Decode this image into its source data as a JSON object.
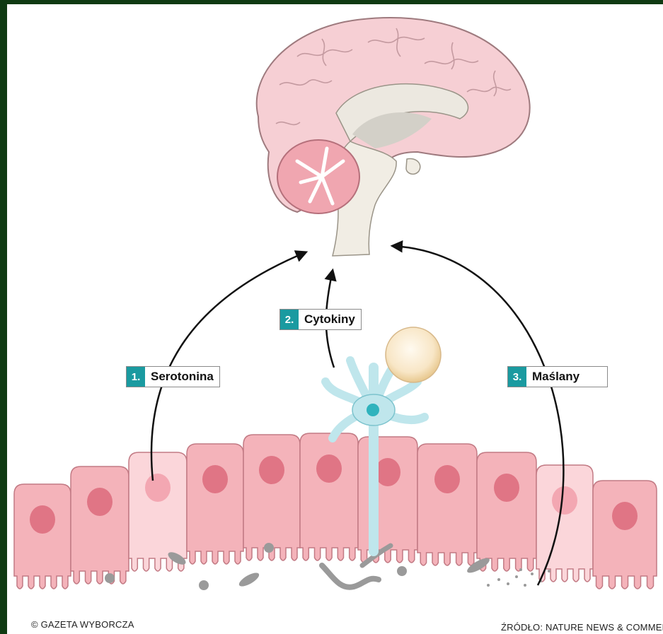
{
  "labels": [
    {
      "number": "1.",
      "text": "Serotonina"
    },
    {
      "number": "2.",
      "text": "Cytokiny"
    },
    {
      "number": "3.",
      "text": "Maślany"
    }
  ],
  "footer": {
    "copyright": "© GAZETA WYBORCZA",
    "source": "ŹRÓDŁO: NATURE NEWS & COMMEN"
  },
  "colors": {
    "frame": "#0f3a12",
    "label_number_bg": "#1a9aa0",
    "brain": "#f6cfd4",
    "cell": "#f4b3ba",
    "nucleus": "#e07585",
    "immune_cell": "#bfe6ec"
  }
}
